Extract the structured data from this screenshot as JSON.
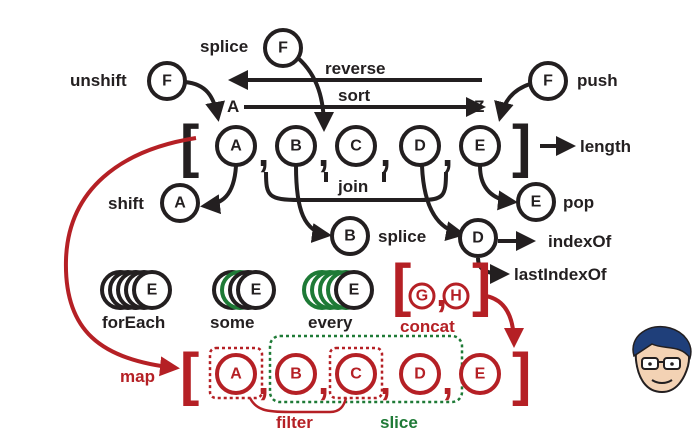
{
  "colors": {
    "ink": "#231f20",
    "red": "#b52025",
    "green": "#1e7a36"
  },
  "top_array": [
    "A",
    "B",
    "C",
    "D",
    "E"
  ],
  "bottom_array": [
    "A",
    "B",
    "C",
    "D",
    "E"
  ],
  "end_markers": {
    "start": "A",
    "end": "Z"
  },
  "methods": {
    "splice_top": "splice",
    "unshift": "unshift",
    "push": "push",
    "reverse": "reverse",
    "sort": "sort",
    "length": "length",
    "shift": "shift",
    "join": "join",
    "pop": "pop",
    "splice_bottom": "splice",
    "indexOf": "indexOf",
    "lastIndexOf": "lastIndexOf",
    "forEach": "forEach",
    "some": "some",
    "every": "every",
    "concat": "concat",
    "map": "map",
    "filter": "filter",
    "slice": "slice"
  },
  "circles": {
    "splice_top": "F",
    "unshift": "F",
    "push": "F",
    "shift": "A",
    "pop": "E",
    "splice_bottom": "B",
    "indexOf": "D",
    "forEach": "E",
    "some": "E",
    "every": "E",
    "concat_items": [
      "G",
      "H"
    ],
    "concat_comma": ","
  },
  "commas": [
    ",",
    ",",
    ",",
    ","
  ],
  "brackets": {
    "open": "[",
    "close": "]"
  },
  "avatar": "avatar-cartoon"
}
